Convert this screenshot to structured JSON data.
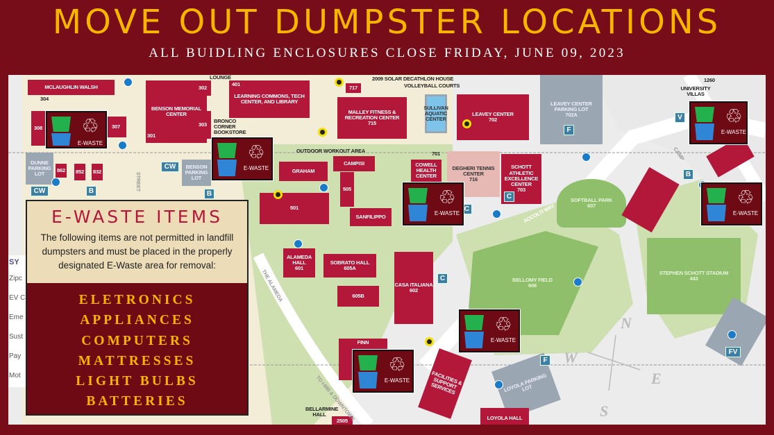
{
  "header": {
    "title": "MOVE OUT DUMPSTER LOCATIONS",
    "subtitle": "ALL BUIDLING ENCLOSURES CLOSE FRIDAY, JUNE 09, 2023"
  },
  "ewaste_marker": {
    "label": "E-WASTE",
    "icon": "recycle-icon",
    "recycle_glyph": "♲",
    "bins": [
      "green-landfill-bin-icon",
      "blue-recycling-bin-icon"
    ]
  },
  "panel": {
    "title": "E-WASTE ITEMS",
    "description": "The following items are not permitted in landfill dumpsters and must be placed in the properly designated E-Waste area for removal:",
    "items": [
      "ELETRONICS",
      "APPLIANCES",
      "COMPUTERS",
      "MATTRESSES",
      "LIGHT BULBS",
      "BATTERIES"
    ]
  },
  "legend": {
    "title": "SY",
    "rows": [
      "Zipc",
      "EV C",
      "Eme",
      "Sust",
      "Pay",
      "Mot"
    ]
  },
  "buildings": {
    "mclaughlin": "McLaughlin Walsh",
    "n304": "304",
    "n308": "308",
    "benson": "Benson Memorial Center",
    "n301": "301",
    "n302": "302",
    "n303": "303",
    "n307": "307",
    "bookstore": "Bronco Corner Bookstore",
    "lounge": "Lounge",
    "library": "Learning Commons, Tech Center, and Library",
    "n401": "401",
    "n717": "717",
    "solar": "2009 Solar Decathlon House",
    "volley": "Volleyball Courts",
    "malley": "Malley Fitness & Recreation Center",
    "n715": "715",
    "sullivan": "Sullivan Aquatic Center",
    "leavey": "Leavey Center",
    "n702": "702",
    "leavey_lot": "Leavey Center Parking Lot",
    "n702a": "702A",
    "workout": "Outdoor Workout Area",
    "graham": "Graham",
    "campisi": "Campisi",
    "n505": "505",
    "n501": "501",
    "sanfilippo": "Sanfilippo",
    "n701": "701",
    "cowell": "Cowell Health Center",
    "degheri": "Degheri Tennis Center",
    "n716": "716",
    "schott": "Schott Athletic Excellence Center",
    "n703": "703",
    "accolti": "Accolti Way",
    "softball": "Softball Park",
    "n607": "607",
    "bellomy": "Bellomy Field",
    "n606": "606",
    "stadium": "Stephen Schott Stadium",
    "n443": "443",
    "alameda_hall": "Alameda Hall",
    "n601": "601",
    "sobrato": "Sobrato Hall",
    "n605a": "605A",
    "n605b": "605B",
    "casa": "Casa Italiana",
    "n602": "602",
    "finn": "Finn",
    "facilities": "Facilities & Support Services",
    "loyola_lot": "Loyola Parking Lot",
    "loyola": "Loyola Hall",
    "bellarmine": "Bellarmine Hall",
    "n2505": "2505",
    "dunne": "Dunne Parking Lot",
    "n862": "862",
    "n852": "852",
    "n832": "832",
    "benson_lot": "Benson Parking Lot",
    "villas": "University Villas",
    "n1260": "1260",
    "the_alameda": "The Alameda",
    "to880": "To I-880 & Downtown",
    "street": "Street",
    "campus": "Camp"
  },
  "badges": {
    "cw": "CW",
    "b": "B",
    "c": "C",
    "f": "F",
    "v": "V",
    "fv": "FV"
  },
  "compass": {
    "n": "N",
    "e": "E",
    "s": "S",
    "w": "W"
  },
  "colors": {
    "frame": "#760d18",
    "title": "#f7b500",
    "building": "#b3183a",
    "green": "#8fbf6b",
    "parking": "#9aa6b2",
    "panel_top": "#ecdcb8"
  }
}
